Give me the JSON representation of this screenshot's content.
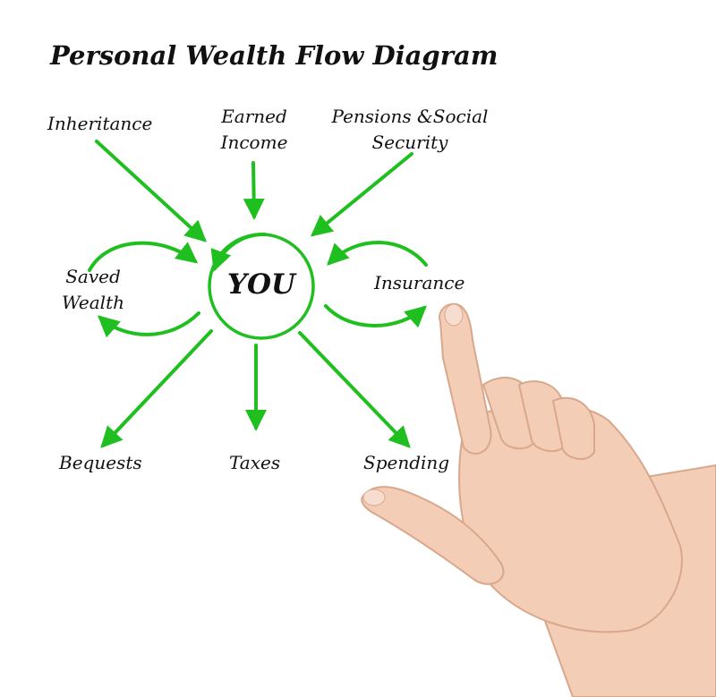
{
  "title": "Personal Wealth Flow Diagram",
  "center": "YOU",
  "labels": {
    "inheritance": "Inheritance",
    "earned_income_1": "Earned",
    "earned_income_2": "Income",
    "pensions_1": "Pensions &Social",
    "pensions_2": "Security",
    "saved_wealth_1": "Saved",
    "saved_wealth_2": "Wealth",
    "insurance": "Insurance",
    "bequests": "Bequests",
    "taxes": "Taxes",
    "spending": "Spending"
  },
  "colors": {
    "arrow": "#1fbf1f",
    "text": "#111111",
    "skin": "#f3cdb5"
  }
}
